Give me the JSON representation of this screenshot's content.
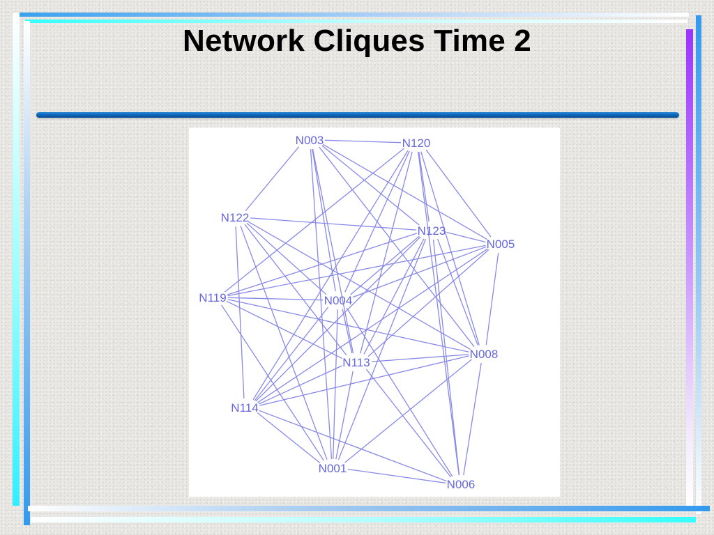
{
  "slide": {
    "title": "Network Cliques Time 2"
  },
  "diagram": {
    "nodes": [
      {
        "id": "N003",
        "label": "N003"
      },
      {
        "id": "N120",
        "label": "N120"
      },
      {
        "id": "N122",
        "label": "N122"
      },
      {
        "id": "N123",
        "label": "N123"
      },
      {
        "id": "N005",
        "label": "N005"
      },
      {
        "id": "N119",
        "label": "N119"
      },
      {
        "id": "N004",
        "label": "N004"
      },
      {
        "id": "N113",
        "label": "N113"
      },
      {
        "id": "N008",
        "label": "N008"
      },
      {
        "id": "N114",
        "label": "N114"
      },
      {
        "id": "N001",
        "label": "N001"
      },
      {
        "id": "N006",
        "label": "N006"
      }
    ],
    "edges": [
      [
        "N003",
        "N120"
      ],
      [
        "N003",
        "N122"
      ],
      [
        "N003",
        "N123"
      ],
      [
        "N003",
        "N005"
      ],
      [
        "N003",
        "N004"
      ],
      [
        "N003",
        "N113"
      ],
      [
        "N003",
        "N008"
      ],
      [
        "N003",
        "N001"
      ],
      [
        "N120",
        "N119"
      ],
      [
        "N120",
        "N123"
      ],
      [
        "N120",
        "N005"
      ],
      [
        "N120",
        "N004"
      ],
      [
        "N120",
        "N113"
      ],
      [
        "N120",
        "N008"
      ],
      [
        "N120",
        "N114"
      ],
      [
        "N120",
        "N006"
      ],
      [
        "N122",
        "N123"
      ],
      [
        "N122",
        "N004"
      ],
      [
        "N122",
        "N113"
      ],
      [
        "N122",
        "N008"
      ],
      [
        "N122",
        "N114"
      ],
      [
        "N122",
        "N001"
      ],
      [
        "N123",
        "N005"
      ],
      [
        "N123",
        "N119"
      ],
      [
        "N123",
        "N004"
      ],
      [
        "N123",
        "N113"
      ],
      [
        "N123",
        "N008"
      ],
      [
        "N123",
        "N114"
      ],
      [
        "N123",
        "N001"
      ],
      [
        "N123",
        "N006"
      ],
      [
        "N005",
        "N119"
      ],
      [
        "N005",
        "N004"
      ],
      [
        "N005",
        "N113"
      ],
      [
        "N005",
        "N008"
      ],
      [
        "N005",
        "N114"
      ],
      [
        "N119",
        "N004"
      ],
      [
        "N119",
        "N113"
      ],
      [
        "N119",
        "N008"
      ],
      [
        "N119",
        "N001"
      ],
      [
        "N004",
        "N113"
      ],
      [
        "N004",
        "N114"
      ],
      [
        "N004",
        "N001"
      ],
      [
        "N004",
        "N006"
      ],
      [
        "N113",
        "N008"
      ],
      [
        "N113",
        "N114"
      ],
      [
        "N113",
        "N001"
      ],
      [
        "N113",
        "N006"
      ],
      [
        "N008",
        "N114"
      ],
      [
        "N008",
        "N001"
      ],
      [
        "N008",
        "N006"
      ],
      [
        "N114",
        "N001"
      ],
      [
        "N114",
        "N006"
      ],
      [
        "N001",
        "N006"
      ]
    ]
  },
  "colors": {
    "edge": "#8888e8",
    "label": "#6666dd",
    "divider": "#0d62b6",
    "frame_cyan": "#33ffff",
    "frame_blue": "#3399ee",
    "frame_purple": "#9933ff"
  }
}
